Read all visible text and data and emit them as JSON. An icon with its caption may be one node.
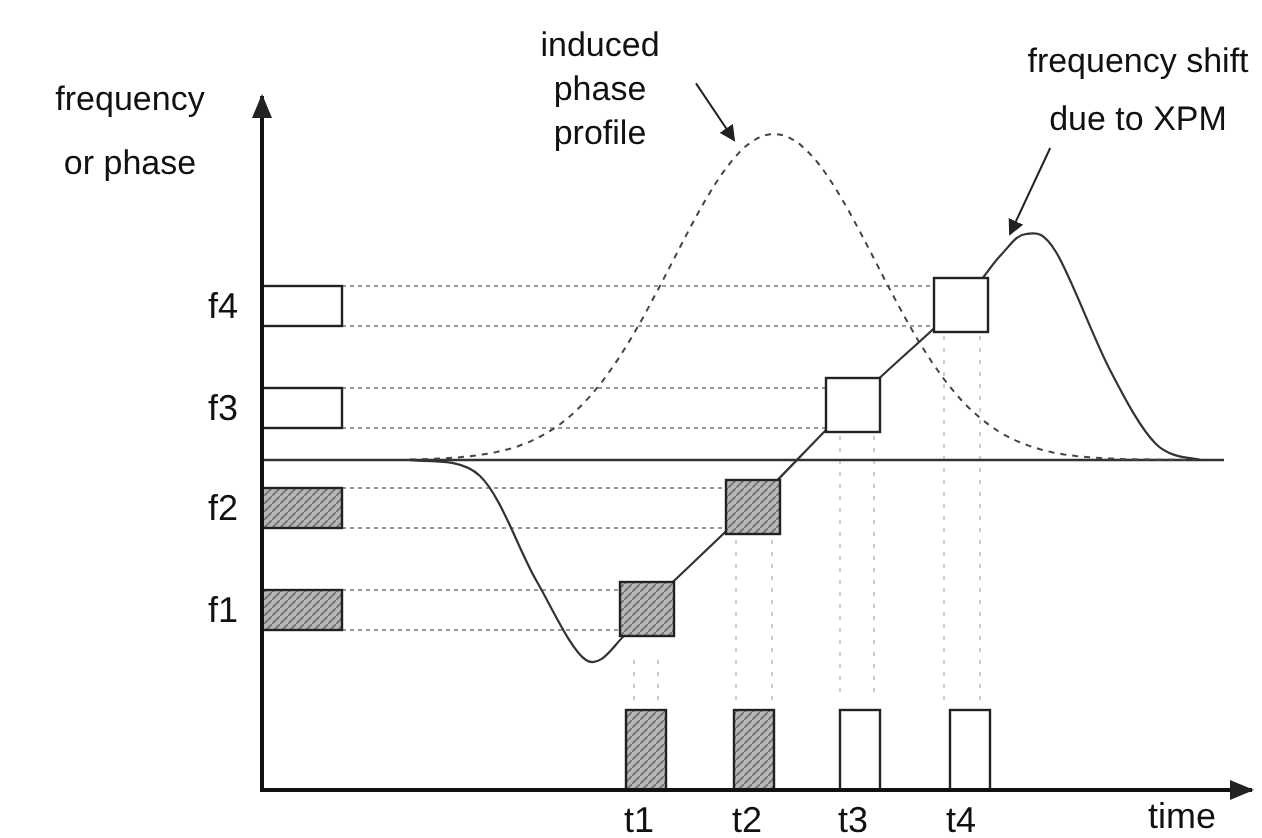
{
  "diagram": {
    "nodes": [
      {
        "text": [
          "induced phase profile"
        ]
      },
      {
        "text": [
          "frequency shift due to XPM"
        ]
      }
    ],
    "edges": [
      {
        "from": 0,
        "to": null,
        "arrow": "to"
      },
      {
        "from": 1,
        "to": null,
        "arrow": "to"
      }
    ],
    "labels": [
      "frequency or phase",
      "f4",
      "f3",
      "f2",
      "f1",
      "t1",
      "t2",
      "t3",
      "t4",
      "time"
    ]
  }
}
